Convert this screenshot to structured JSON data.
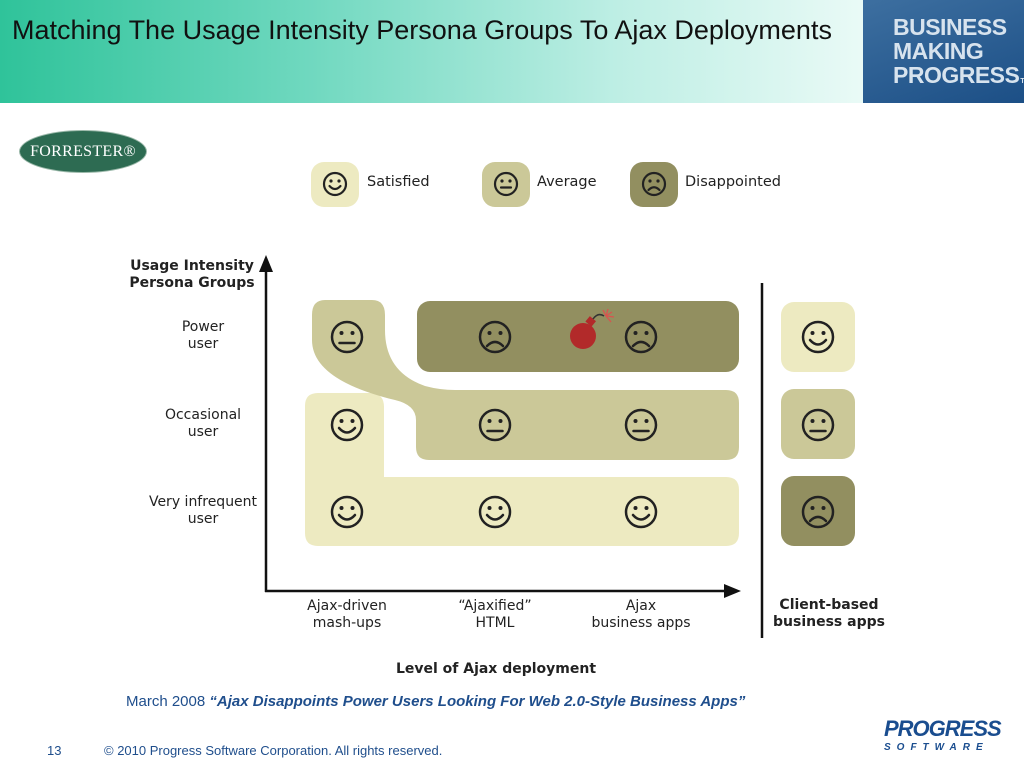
{
  "header": {
    "title": "Matching The Usage Intensity Persona Groups To Ajax Deployments",
    "brand_lines": [
      "BUSINESS",
      "MAKING",
      "PROGRESS"
    ],
    "brand_tm": "TM"
  },
  "forrester_logo": "FORRESTER®",
  "legend": {
    "satisfied": "Satisfied",
    "average": "Average",
    "disappointed": "Disappointed"
  },
  "diagram": {
    "y_axis_title": [
      "Usage Intensity",
      "Persona Groups"
    ],
    "rows": [
      [
        "Power",
        "user"
      ],
      [
        "Occasional",
        "user"
      ],
      [
        "Very infrequent",
        "user"
      ]
    ],
    "columns": [
      [
        "Ajax-driven",
        "mash-ups"
      ],
      [
        "“Ajaxified”",
        "HTML"
      ],
      [
        "Ajax",
        "business apps"
      ]
    ],
    "client_column": [
      "Client-based",
      "business apps"
    ],
    "x_axis_title": "Level of Ajax deployment",
    "colors": {
      "satisfied": "#edeac1",
      "average": "#cbc898",
      "disappointed": "#928f60",
      "bomb": "#b22a2a"
    }
  },
  "caption": {
    "date": "March 2008",
    "report": "“Ajax Disappoints Power Users Looking For Web 2.0-Style Business Apps”"
  },
  "footer": {
    "page": "13",
    "copyright": "© 2010 Progress Software Corporation. All rights reserved."
  },
  "progress_logo": {
    "main": "PROGRESS",
    "sub": "SOFTWARE"
  }
}
